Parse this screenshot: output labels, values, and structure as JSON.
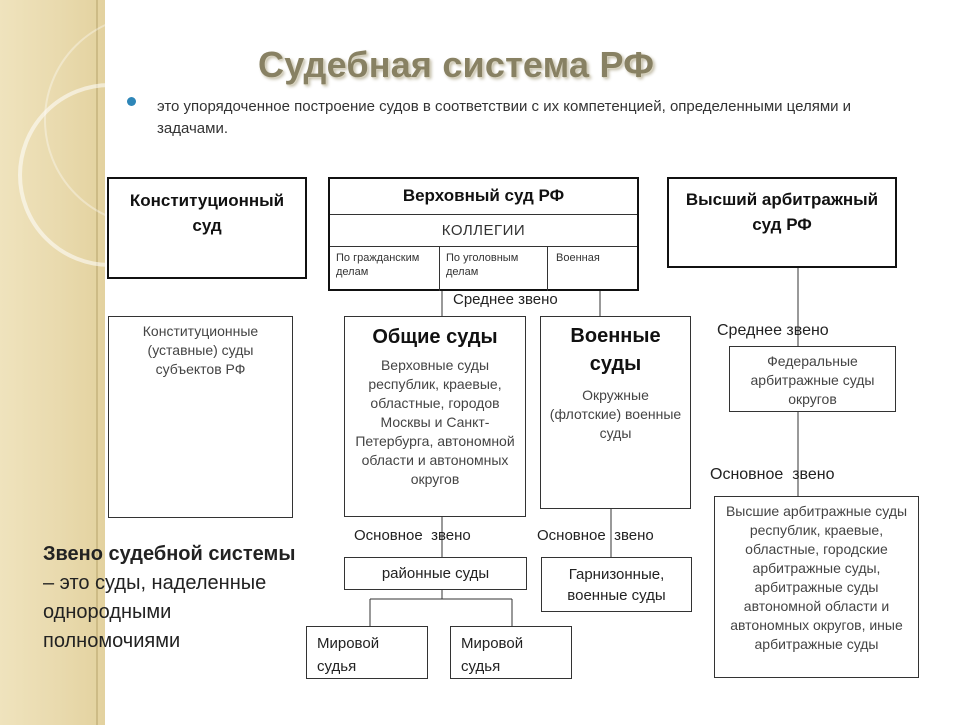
{
  "title": "Судебная система РФ",
  "subtitle": "это упорядоченное построение судов в соответствии с их компетенцией, определенными целями и задачами.",
  "top": {
    "constitutional": "Конституционный суд",
    "supreme": {
      "title": "Верховный суд РФ",
      "collegia": "КОЛЛЕГИИ",
      "cells": [
        "По гражданским делам",
        "По уголовным делам",
        "Военная"
      ]
    },
    "arbitration": "Высший арбитражный суд РФ"
  },
  "constitutional_subjects": "Конституционные (уставные) суды субъектов РФ",
  "general_courts": {
    "title": "Общие суды",
    "text": "Верховные суды республик, краевые, областные, городов Москвы и Санкт-Петербурга, автономной области и автономных округов"
  },
  "military_courts": {
    "title": "Военные суды",
    "text": "Окружные (флотские) военные суды"
  },
  "arbitration_federal": "Федеральные арбитражные суды округов",
  "arbitration_basic": "Высшие арбитражные суды республик, краевые, областные, городские арбитражные суды, арбитражные суды автономной области и автономных округов, иные арбитражные суды",
  "labels": {
    "middle_center": "Среднее звено",
    "middle_right": "Среднее звено",
    "basic_left": "Основное  звено",
    "basic_mid": "Основное  звено",
    "basic_right": "Основное  звено"
  },
  "district_courts": "районные суды",
  "garrison_courts": "Гарнизонные, военные суды",
  "magistrate_1": "Мировой судья",
  "magistrate_2": "Мировой судья",
  "left_note": {
    "term": "Звено судебной системы",
    "definition": " – это суды, наделенные однородными полномочиями"
  },
  "colors": {
    "title": "#888163",
    "bullet": "#2e86b8",
    "band": "#e9daae"
  }
}
